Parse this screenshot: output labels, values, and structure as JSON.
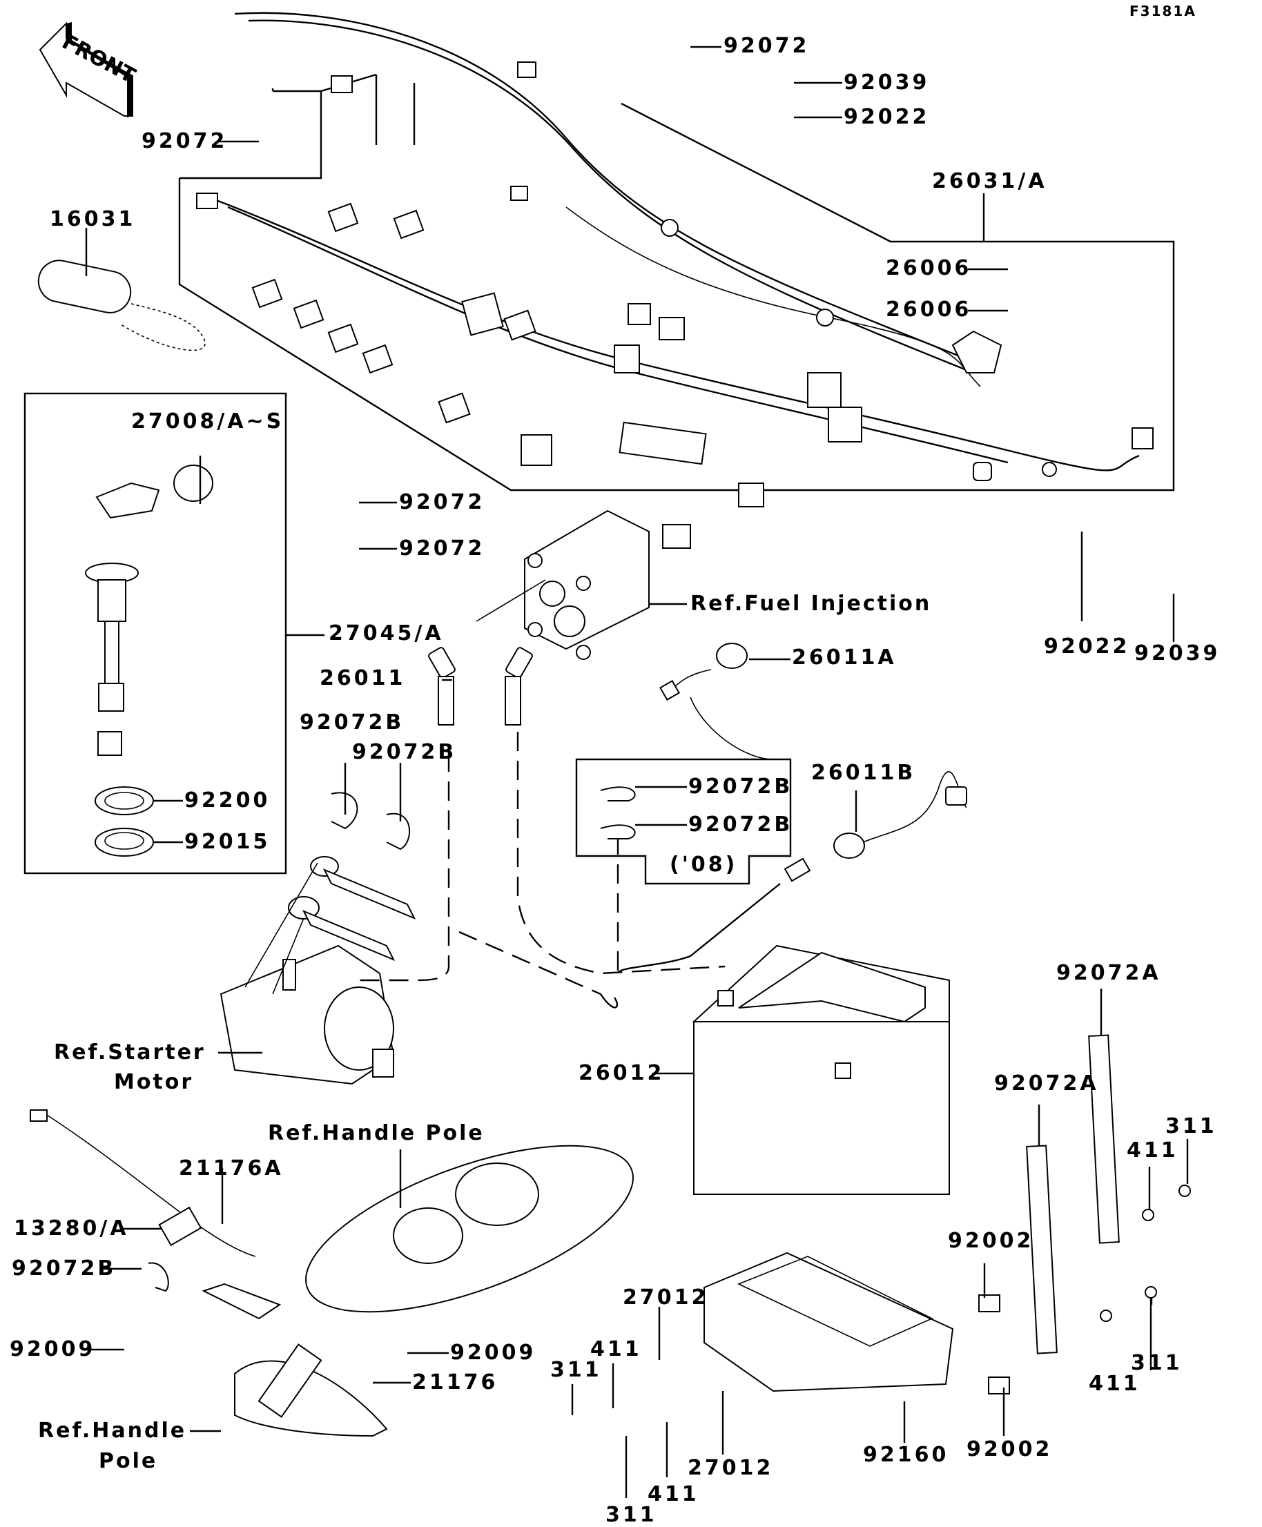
{
  "figure_id": "F3181A",
  "front_arrow": {
    "text": "FRONT"
  },
  "labels": {
    "l92072_top": "92072",
    "l92039_top": "92039",
    "l92022_top": "92022",
    "l92072_left": "92072",
    "l26031A": "26031/A",
    "l16031": "16031",
    "l26006_a": "26006",
    "l26006_b": "26006",
    "l27008": "27008/A~S",
    "l92072_mid_a": "92072",
    "l92072_mid_b": "92072",
    "ref_fuel_injection": "Ref.Fuel Injection",
    "l92022_right": "92022",
    "l92039_right": "92039",
    "l27045A": "27045/A",
    "l26011": "26011",
    "l26011A": "26011A",
    "l92072B_a": "92072B",
    "l92072B_b": "92072B",
    "l92072B_box_a": "92072B",
    "l92072B_box_b": "92072B",
    "year_08": "('08)",
    "l26011B": "26011B",
    "l92200": "92200",
    "l92015": "92015",
    "ref_starter_motor_1": "Ref.Starter",
    "ref_starter_motor_2": "Motor",
    "l26012": "26012",
    "l92072A_top": "92072A",
    "l92072A_mid": "92072A",
    "ref_handle_pole_top": "Ref.Handle Pole",
    "l21176A": "21176A",
    "l13280A": "13280/A",
    "l92072B_lower": "92072B",
    "l92009_left": "92009",
    "l92009_right": "92009",
    "l21176": "21176",
    "ref_handle_pole_bottom_1": "Ref.Handle",
    "ref_handle_pole_bottom_2": "Pole",
    "l27012_top": "27012",
    "l27012_bottom": "27012",
    "l411_left": "411",
    "l311_left": "311",
    "l311_bottom": "311",
    "l411_bottom": "411",
    "l92160": "92160",
    "l92002_top": "92002",
    "l92002_bottom": "92002",
    "l311_right_top": "311",
    "l411_right_top": "411",
    "l311_right_bottom": "311",
    "l411_right_bottom": "411"
  }
}
